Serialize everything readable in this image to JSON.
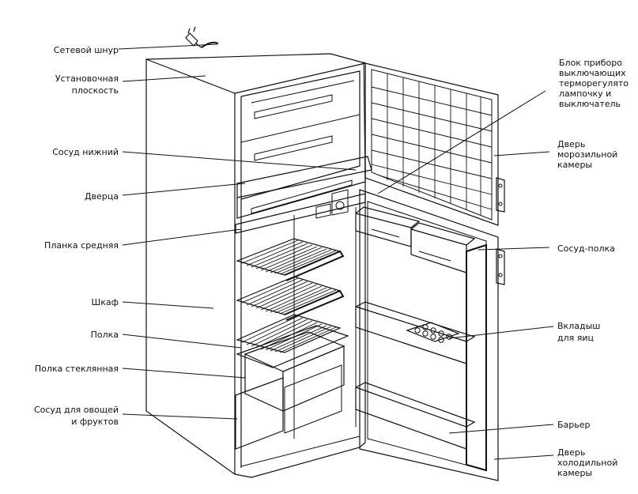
{
  "labels": {
    "left": {
      "cord_1": "Сетевой шнур",
      "install_1": "Установочная",
      "install_2": "плоскость",
      "vessel_lower": "Сосуд нижний",
      "small_door": "Дверца",
      "middle_bar": "Планка средняя",
      "cabinet": "Шкаф",
      "shelf": "Полка",
      "glass_shelf": "Полка стеклянная",
      "veg_1": "Сосуд для овощей",
      "veg_2": "и фруктов"
    },
    "right": {
      "block_1": "Блок приборо",
      "block_2": "выключающих",
      "block_3": "терморегулято",
      "block_4": "лампочку и",
      "block_5": "выключатель",
      "freezer_door_1": "Дверь",
      "freezer_door_2": "морозильной",
      "freezer_door_3": "камеры",
      "vessel_shelf": "Сосуд-полка",
      "egg_1": "Вкладыш",
      "egg_2": "для яиц",
      "barrier": "Барьер",
      "fridge_door_1": "Дверь",
      "fridge_door_2": "холодильной",
      "fridge_door_3": "камеры"
    }
  }
}
